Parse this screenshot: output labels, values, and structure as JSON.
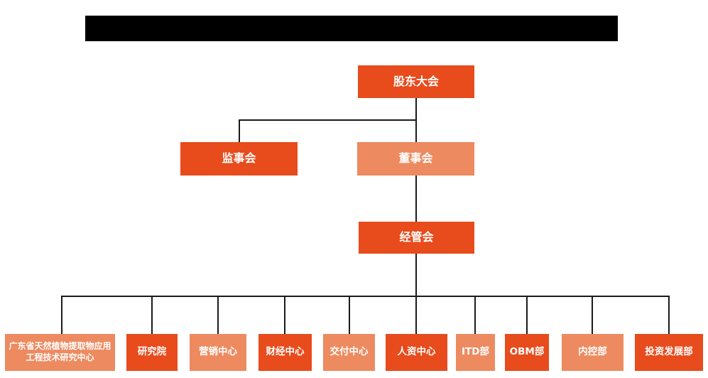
{
  "colors": {
    "primary_box": "#E84B1C",
    "secondary_box": "#ED8A60",
    "connector": "#1A1A1A",
    "box_text": "#FFFFFF",
    "title_bar": "#000000"
  },
  "title_bar": {
    "redacted": true
  },
  "nodes": {
    "shareholders_meeting": {
      "label": "股东大会",
      "variant": "primary"
    },
    "supervisory_board": {
      "label": "监事会",
      "variant": "primary"
    },
    "board_of_directors": {
      "label": "董事会",
      "variant": "secondary"
    },
    "management_committee": {
      "label": "经管会",
      "variant": "primary"
    },
    "research_center": {
      "label": "广东省天然植物提取物应用工程技术研究中心",
      "variant": "secondary"
    },
    "research_institute": {
      "label": "研究院",
      "variant": "primary"
    },
    "marketing_center": {
      "label": "营销中心",
      "variant": "secondary"
    },
    "finance_center": {
      "label": "财经中心",
      "variant": "primary"
    },
    "delivery_center": {
      "label": "交付中心",
      "variant": "secondary"
    },
    "hr_center": {
      "label": "人资中心",
      "variant": "primary"
    },
    "itd_dept": {
      "label": "ITD部",
      "variant": "secondary"
    },
    "obm_dept": {
      "label": "OBM部",
      "variant": "primary"
    },
    "internal_control_dept": {
      "label": "内控部",
      "variant": "secondary"
    },
    "investment_dev_dept": {
      "label": "投资发展部",
      "variant": "primary"
    }
  },
  "hierarchy": [
    {
      "parent": "股东大会",
      "children": [
        "监事会",
        "董事会"
      ]
    },
    {
      "parent": "董事会",
      "children": [
        "经管会"
      ]
    },
    {
      "parent": "经管会",
      "children": [
        "广东省天然植物提取物应用工程技术研究中心",
        "研究院",
        "营销中心",
        "财经中心",
        "交付中心",
        "人资中心",
        "ITD部",
        "OBM部",
        "内控部",
        "投资发展部"
      ]
    }
  ]
}
